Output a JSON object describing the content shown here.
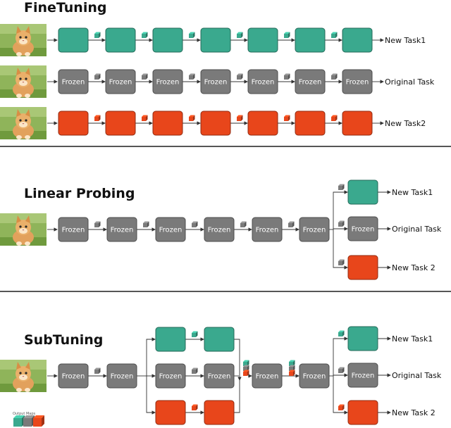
{
  "colors": {
    "tuned_task1": "#3aa98e",
    "frozen": "#7a7a7a",
    "tuned_task2": "#e8461b",
    "arrow": "#333333"
  },
  "finetuning": {
    "title": "FineTuning",
    "rows": [
      {
        "blocks": [
          "",
          "",
          "",
          "",
          "",
          "",
          ""
        ],
        "output": "New Task1",
        "color": "tuned_task1"
      },
      {
        "blocks": [
          "Frozen",
          "Frozen",
          "Frozen",
          "Frozen",
          "Frozen",
          "Frozen",
          "Frozen"
        ],
        "output": "Original Task",
        "color": "frozen"
      },
      {
        "blocks": [
          "",
          "",
          "",
          "",
          "",
          "",
          ""
        ],
        "output": "New Task2",
        "color": "tuned_task2"
      }
    ]
  },
  "linear_probing": {
    "title": "Linear Probing",
    "trunk": [
      "Frozen",
      "Frozen",
      "Frozen",
      "Frozen",
      "Frozen",
      "Frozen"
    ],
    "heads": [
      {
        "label": "",
        "output": "New Task1",
        "color": "tuned_task1"
      },
      {
        "label": "Frozen",
        "output": "Original Task",
        "color": "frozen"
      },
      {
        "label": "",
        "output": "New Task 2",
        "color": "tuned_task2"
      }
    ]
  },
  "subtuning": {
    "title": "SubTuning",
    "trunk": [
      "Frozen",
      "Frozen"
    ],
    "branches": [
      {
        "labels": [
          "",
          ""
        ],
        "color": "tuned_task1"
      },
      {
        "labels": [
          "Frozen",
          "Frozen"
        ],
        "color": "frozen"
      },
      {
        "labels": [
          "",
          ""
        ],
        "color": "tuned_task2"
      }
    ],
    "merged": [
      "Frozen",
      "Frozen"
    ],
    "heads": [
      {
        "label": "",
        "output": "New Task1",
        "color": "tuned_task1"
      },
      {
        "label": "Frozen",
        "output": "Original Task",
        "color": "frozen"
      },
      {
        "label": "",
        "output": "New Task 2",
        "color": "tuned_task2"
      }
    ],
    "legend_label": "Output Maps"
  }
}
